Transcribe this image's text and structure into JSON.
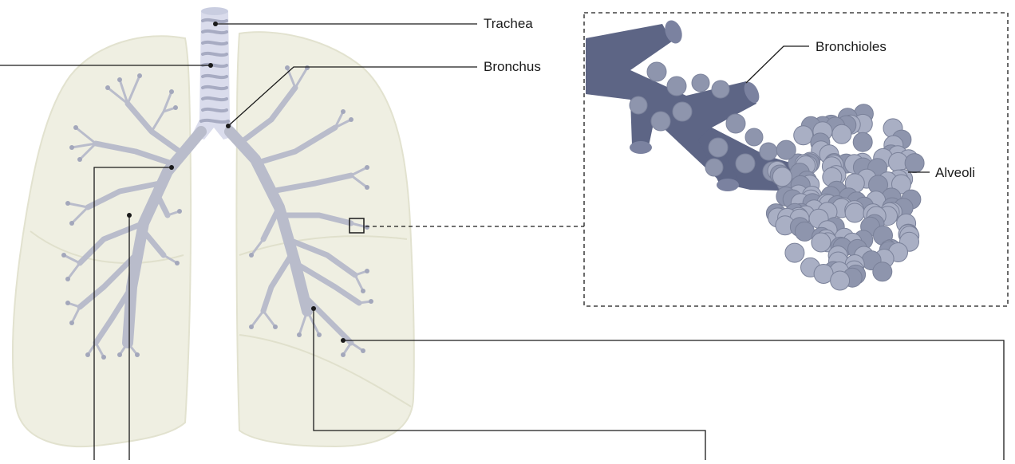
{
  "labels": {
    "trachea": "Trachea",
    "bronchus": "Bronchus",
    "bronchioles": "Bronchioles",
    "alveoli": "Alveoli"
  },
  "colors": {
    "lung_fill": "#efefe2",
    "lung_edge": "#e0e0cc",
    "airway": "#b9bccb",
    "trachea_ring": "#a7abc2",
    "bronchiole_dark": "#5d6585",
    "alveolus": "#8e95ad",
    "alveolus_light": "#a9afc4",
    "leader_line": "#1a1a1a"
  }
}
